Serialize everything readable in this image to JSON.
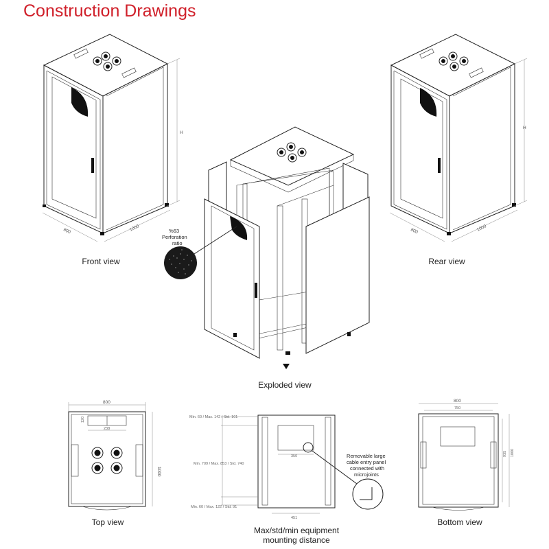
{
  "title": "Construction Drawings",
  "captions": {
    "front": "Front view",
    "rear": "Rear view",
    "exploded": "Exploded view",
    "top": "Top view",
    "mounting_line1": "Max/std/min equipment",
    "mounting_line2": "mounting distance",
    "bottom": "Bottom view"
  },
  "perforation": {
    "line1": "%63",
    "line2": "Perforation",
    "line3": "ratio"
  },
  "front_dims": {
    "height": "H",
    "width": "800",
    "depth": "1000"
  },
  "rear_dims": {
    "height": "H",
    "width": "800",
    "depth": "1000"
  },
  "top_dims": {
    "width": "800",
    "inner": "238",
    "depth": "1000",
    "small": "120"
  },
  "mounting_dims": {
    "top": "Min. 60 / Max. 142 / Std. 101",
    "middle": "Min. 709 / Max. 853 / Std. 740",
    "bottom": "Min. 60 / Max. 122 / Std. 91",
    "panel": "350",
    "bottom_width": "451"
  },
  "callout": {
    "line1": "Removable large",
    "line2": "cable entry panel",
    "line3": "connected with",
    "line4": "microjoints"
  },
  "bottom_dims": {
    "width": "800",
    "inner": "750",
    "d1": "935",
    "d2": "1000"
  },
  "colors": {
    "title": "#d0202a",
    "line": "#222222"
  }
}
